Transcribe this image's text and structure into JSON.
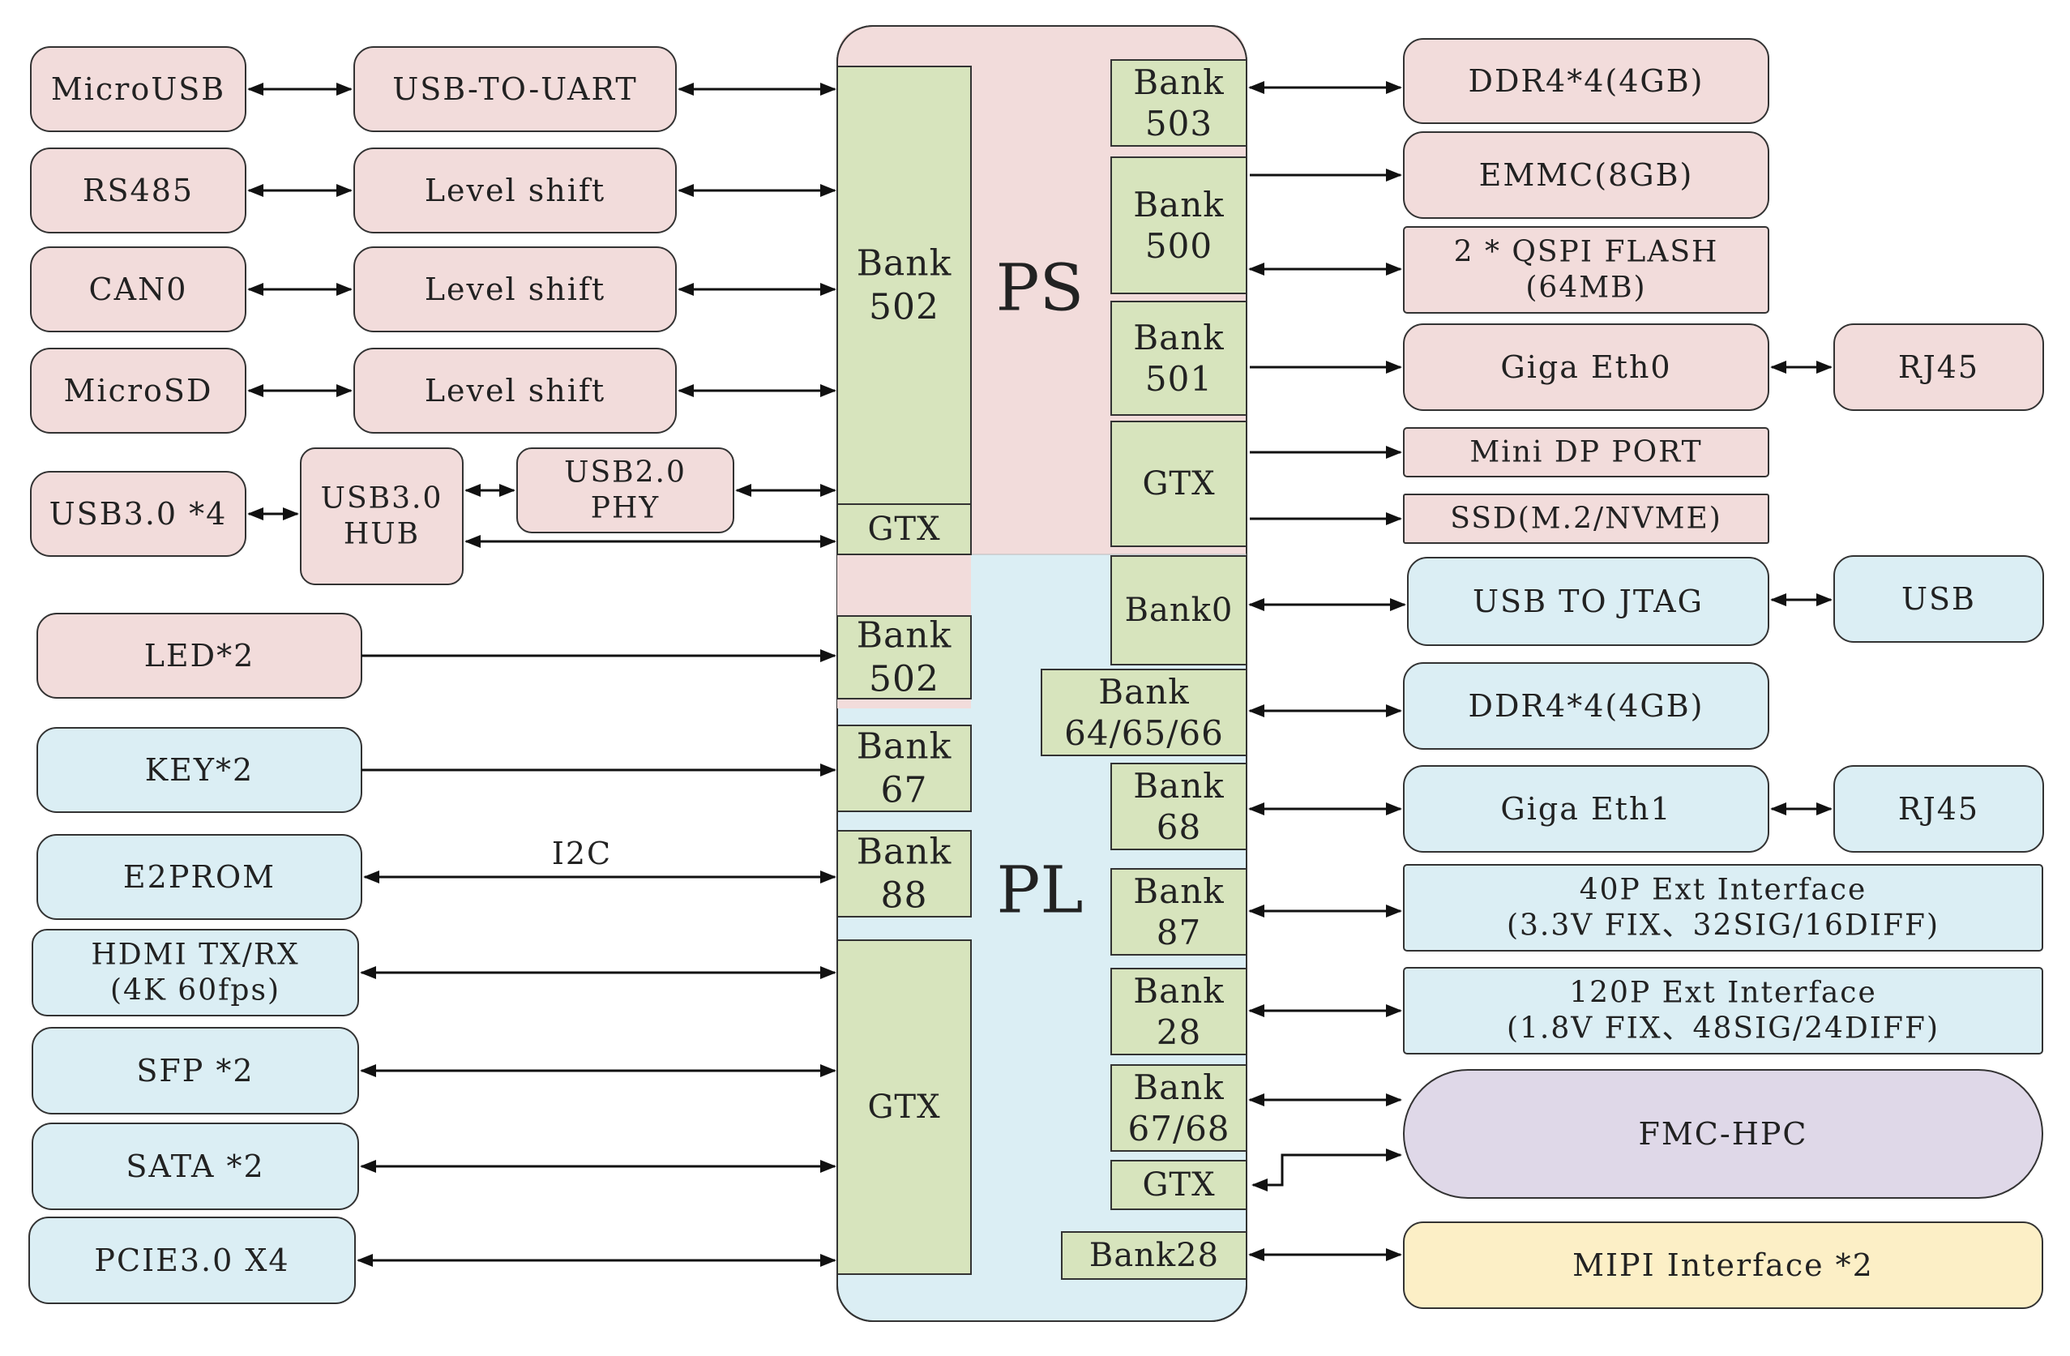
{
  "colors": {
    "ps_fill": "#f2dcdb",
    "pl_fill": "#dbeef4",
    "bank_fill": "#d7e4bd",
    "fmc_fill": "#dfd8e8",
    "mipi_fill": "#fcefc6",
    "stroke": "#333333"
  },
  "core": {
    "ps_label": "PS",
    "pl_label": "PL"
  },
  "banks": {
    "b502_top": "Bank\n502",
    "gtx_ps_left": "GTX",
    "b502_bottom": "Bank\n502",
    "b67_left": "Bank\n67",
    "b88": "Bank\n88",
    "gtx_pl_left": "GTX",
    "b503": "Bank\n503",
    "b500": "Bank\n500",
    "b501": "Bank\n501",
    "gtx_ps_right": "GTX",
    "bank0": "Bank0",
    "b64_65_66": "Bank\n64/65/66",
    "b68": "Bank\n68",
    "b87": "Bank\n87",
    "b28": "Bank\n28",
    "b67_68": "Bank\n67/68",
    "gtx_pl_right": "GTX",
    "bank28_small": "Bank28"
  },
  "left_peripherals": {
    "microusb": "MicroUSB",
    "usb_to_uart": "USB-TO-UART",
    "rs485": "RS485",
    "level_shift_1": "Level shift",
    "can0": "CAN0",
    "level_shift_2": "Level shift",
    "microsd": "MicroSD",
    "level_shift_3": "Level shift",
    "usb30_x4": "USB3.0 *4",
    "usb30_hub": "USB3.0\nHUB",
    "usb20_phy": "USB2.0\nPHY",
    "led": "LED*2",
    "key": "KEY*2",
    "e2prom": "E2PROM",
    "i2c_label": "I2C",
    "hdmi": "HDMI TX/RX\n(4K 60fps)",
    "sfp": "SFP *2",
    "sata": "SATA *2",
    "pcie": "PCIE3.0 X4"
  },
  "right_peripherals": {
    "ddr4_ps": "DDR4*4(4GB)",
    "emmc": "EMMC(8GB)",
    "qspi": "2 * QSPI FLASH\n(64MB)",
    "giga_eth0": "Giga Eth0",
    "rj45_0": "RJ45",
    "mini_dp": "Mini DP PORT",
    "ssd": "SSD(M.2/NVME)",
    "usb_to_jtag": "USB TO JTAG",
    "usb": "USB",
    "ddr4_pl": "DDR4*4(4GB)",
    "giga_eth1": "Giga Eth1",
    "rj45_1": "RJ45",
    "ext40": "40P Ext Interface\n(3.3V FIX、32SIG/16DIFF)",
    "ext120": "120P Ext Interface\n(1.8V FIX、48SIG/24DIFF)",
    "fmc_hpc": "FMC-HPC",
    "mipi": "MIPI Interface *2"
  }
}
